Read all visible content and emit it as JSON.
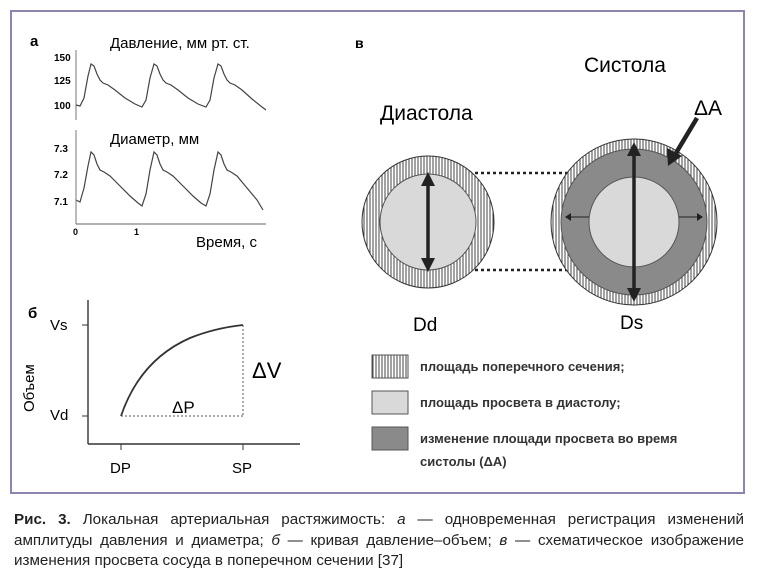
{
  "panel_a": {
    "letter": "а",
    "pressure_label": "Давление, мм рт. ст.",
    "pressure_ticks": [
      "150",
      "125",
      "100"
    ],
    "diameter_label": "Диаметр, мм",
    "diameter_ticks": [
      "7.3",
      "7.2",
      "7.1"
    ],
    "time_ticks": [
      "0",
      "1"
    ],
    "time_label": "Время, с"
  },
  "panel_b": {
    "letter": "б",
    "y_label": "Объем",
    "vs": "Vs",
    "vd": "Vd",
    "dv": "ΔV",
    "dp": "ΔP",
    "x_dp": "DP",
    "x_sp": "SP"
  },
  "panel_v": {
    "letter": "в",
    "diastole": "Диастола",
    "systole": "Систола",
    "delta_a": "ΔA",
    "dd": "Dd",
    "ds": "Ds"
  },
  "legend": [
    "площадь поперечного сечения;",
    "площадь просвета в диастолу;",
    "изменение площади просвета во время",
    "систолы (ΔA)"
  ],
  "caption": {
    "fig_label": "Рис. 3.",
    "t1": " Локальная артериальная растяжимость: ",
    "a": "а",
    "t2": " — одновременная регистрация изменений амплитуды давления и диаметра; ",
    "b": "б",
    "t3": " — кривая давление–объем; ",
    "v": "в",
    "t4": " — схематическое изображение изменения просвета сосуда в поперечном сечении [37]"
  },
  "colors": {
    "frame": "#8f82b4",
    "lumen_light": "#d9d9d9",
    "delta_area": "#8a8a8a"
  }
}
